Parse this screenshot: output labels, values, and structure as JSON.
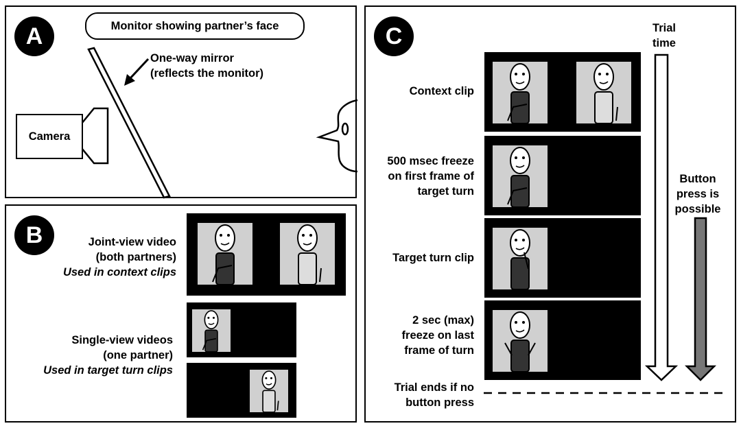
{
  "panel_a": {
    "badge": "A",
    "monitor_label": "Monitor showing partner’s face",
    "mirror_label": [
      "One-way mirror",
      "(reflects the monitor)"
    ],
    "camera_label": "Camera"
  },
  "panel_b": {
    "badge": "B",
    "joint": [
      "Joint-view video",
      "(both partners)",
      "Used in context clips"
    ],
    "single": [
      "Single-view videos",
      "(one partner)",
      "Used in target turn clips"
    ]
  },
  "panel_c": {
    "badge": "C",
    "trial_time": [
      "Trial",
      "time"
    ],
    "button_press": [
      "Button",
      "press is",
      "possible"
    ],
    "steps": [
      [
        "Context clip"
      ],
      [
        "500 msec freeze",
        "on first frame of",
        "target turn"
      ],
      [
        "Target turn clip"
      ],
      [
        "2 sec (max)",
        "freeze on last",
        "frame of turn"
      ]
    ],
    "trial_end": [
      "Trial ends if no",
      "button press"
    ]
  },
  "colors": {
    "dark_figure": "#333333",
    "light_figure": "#dddddd",
    "frame_bg": "#d0d0d0",
    "grey_arrow": "#777777"
  }
}
